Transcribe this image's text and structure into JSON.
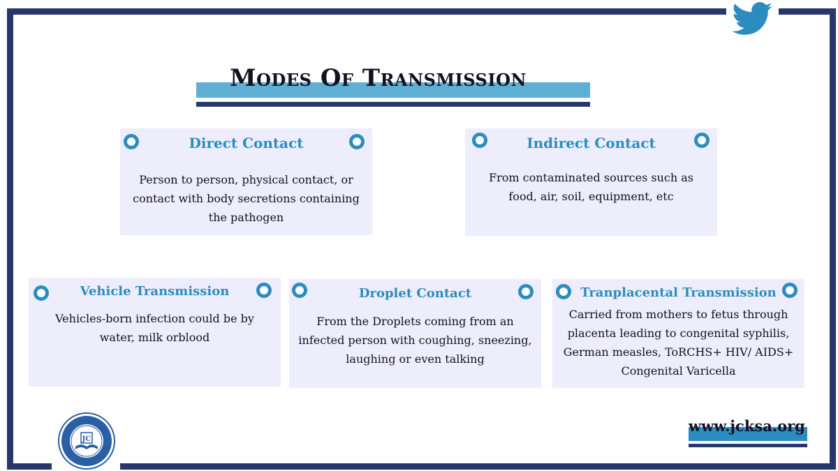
{
  "title": "Modes  Of Transmission",
  "cards": {
    "direct": {
      "title": "Direct Contact",
      "body": "Person to person, physical contact, or contact with body secretions containing the pathogen"
    },
    "indirect": {
      "title": "Indirect Contact",
      "body": "From contaminated sources such as food, air, soil, equipment, etc"
    },
    "vehicle": {
      "title": "Vehicle Transmission",
      "body": "Vehicles-born infection could be by water, milk orblood"
    },
    "droplet": {
      "title": "Droplet Contact",
      "body": "From the Droplets coming from an infected person with coughing, sneezing, laughing or even talking"
    },
    "transplacental": {
      "title": "Tranplacental Transmission",
      "body": "Carried from mothers to fetus through placenta leading to congenital syphilis, German measles, ToRCHS+ HIV/ AIDS+ Congenital Varicella"
    }
  },
  "logo": {
    "initials": "JC"
  },
  "website": "www.jcksa.org",
  "icons": {
    "social": "twitter-bird-icon"
  },
  "colors": {
    "frame": "#283769",
    "accent": "#2b8dbf",
    "title_bar": "#5fafd4",
    "card_bg": "#ededfb"
  }
}
